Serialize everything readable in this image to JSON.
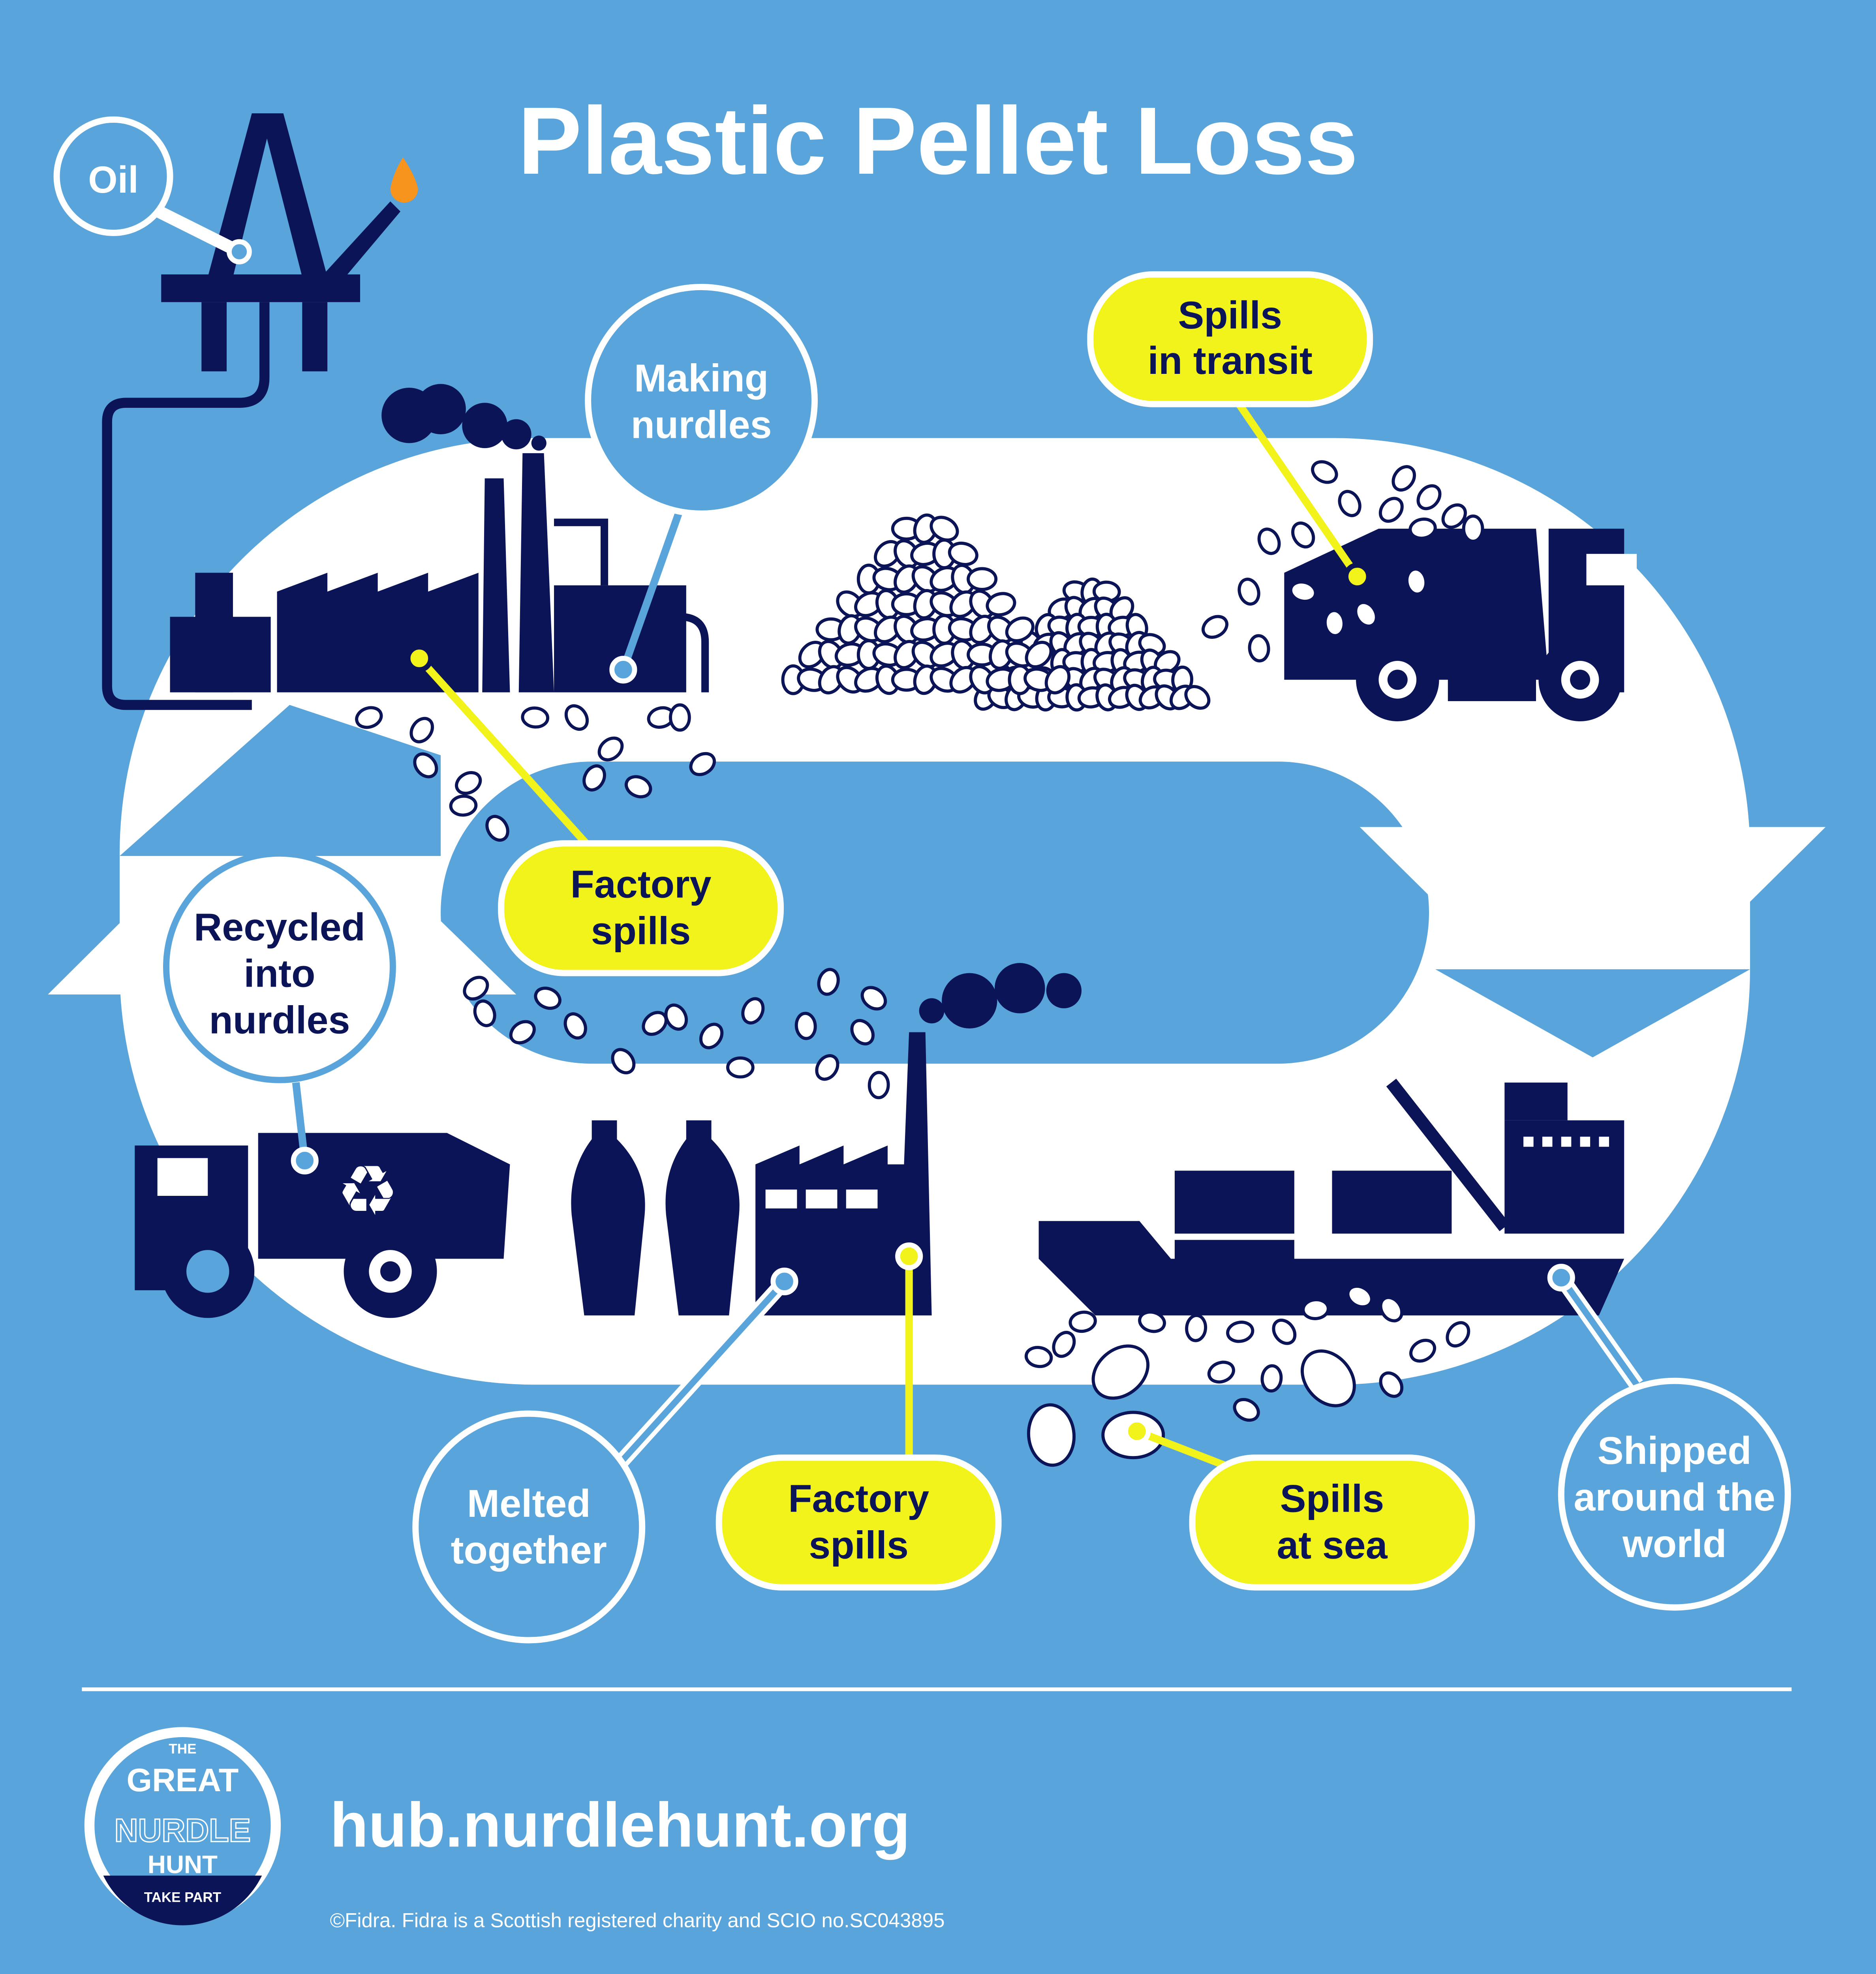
{
  "title": "Plastic Pellet Loss",
  "colors": {
    "background": "#58a4db",
    "navy": "#0b1457",
    "yellow": "#f3f31c",
    "white": "#ffffff",
    "flame": "#f7941d"
  },
  "stages": {
    "oil": "Oil",
    "making_1": "Making",
    "making_2": "nurdles",
    "transit_1": "Spills",
    "transit_2": "in transit",
    "factory1_1": "Factory",
    "factory1_2": "spills",
    "recycled_1": "Recycled",
    "recycled_2": "into",
    "recycled_3": "nurdles",
    "melted_1": "Melted",
    "melted_2": "together",
    "factory2_1": "Factory",
    "factory2_2": "spills",
    "sea_1": "Spills",
    "sea_2": "at sea",
    "shipped_1": "Shipped",
    "shipped_2": "around the",
    "shipped_3": "world"
  },
  "footer": {
    "url": "hub.nurdlehunt.org",
    "copyright": "©Fidra. Fidra is a Scottish registered charity and SCIO no.SC043895",
    "logo_the": "THE",
    "logo_great": "GREAT",
    "logo_nurdle": "NURDLE",
    "logo_hunt": "HUNT",
    "logo_take_part": "TAKE PART"
  }
}
